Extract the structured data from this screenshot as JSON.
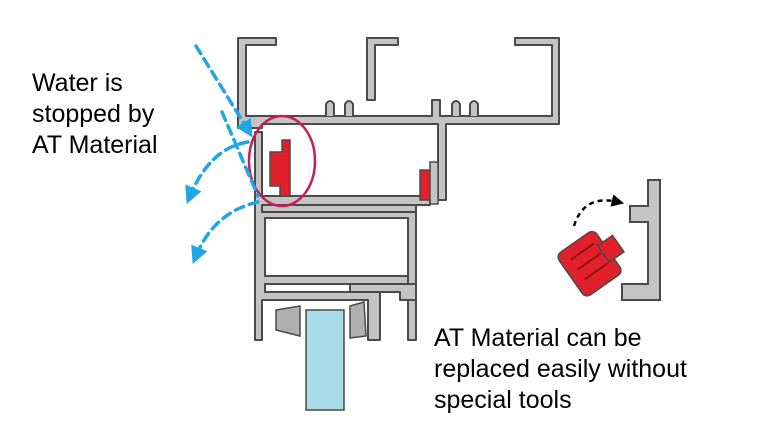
{
  "captions": {
    "water_stopped": [
      "Water is",
      "stopped by",
      "AT Material"
    ],
    "replacement": [
      "AT Material can be",
      "replaced easily without",
      "special tools"
    ]
  },
  "colors": {
    "profile_fill": "#c4c4c4",
    "profile_stroke": "#4a4a4a",
    "seal_red": "#e0202a",
    "glass": "#a8dce8",
    "water_arrow": "#1ea6e6",
    "highlight_ring": "#cc1a5a",
    "hint_arrow": "#000000"
  }
}
